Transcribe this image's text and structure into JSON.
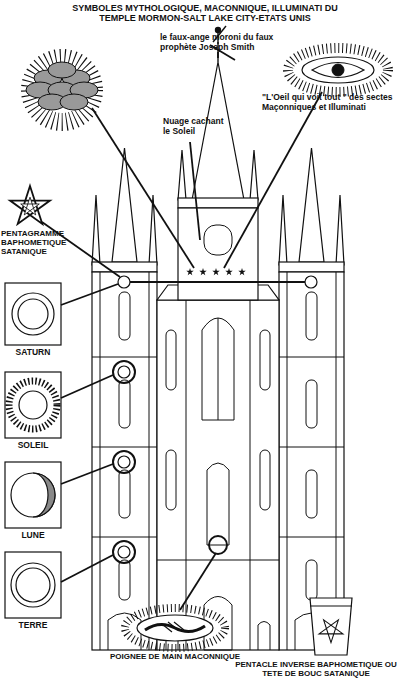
{
  "diagram": {
    "title": "SYMBOLES MYTHOLOGIQUE, MACONNIQUE, ILLUMINATI DU TEMPLE MORMON-SALT LAKE CITY-ETATS UNIS",
    "labels": [
      "le faux-ange moroni du faux prophète Joseph Smith",
      "\"L'Oeil qui voit tout \" des sectes Maçonniques et Illuminati",
      "Nuage cachant le Soleil",
      "PENTAGRAMME BAPHOMETIQUE SATANIQUE",
      "SATURN",
      "SOLEIL",
      "LUNE",
      "TERRE",
      "POIGNEE DE MAIN MACONNIQUE",
      "PENTACLE INVERSE BAPHOMETIQUE OU TETE DE BOUC SATANIQUE"
    ]
  }
}
